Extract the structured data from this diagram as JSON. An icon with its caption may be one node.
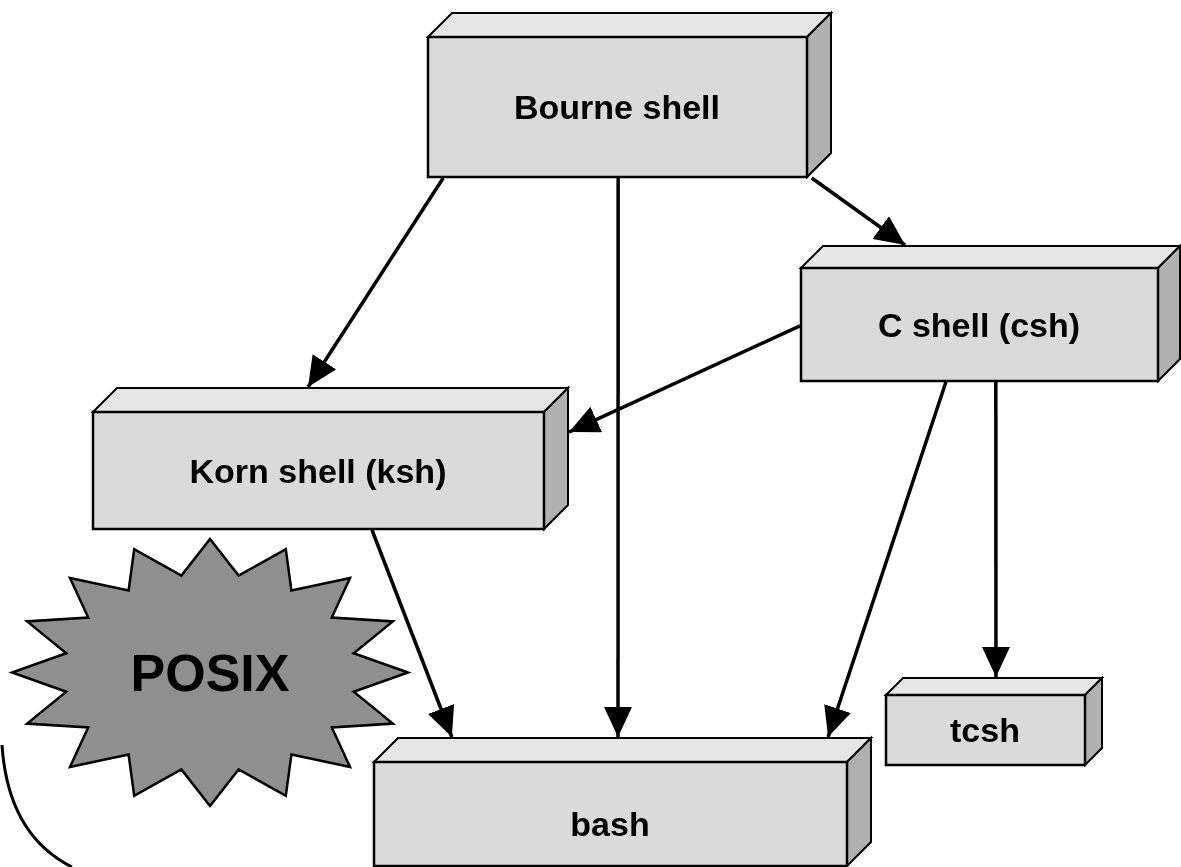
{
  "diagram": {
    "nodes": [
      {
        "text": [
          "Bourne shell"
        ]
      },
      {
        "text": [
          "C shell (csh)"
        ]
      },
      {
        "text": [
          "Korn shell (ksh)"
        ]
      },
      {
        "text": [
          "POSIX"
        ]
      },
      {
        "text": [
          "tcsh"
        ]
      },
      {
        "text": [
          "bash"
        ]
      }
    ],
    "edges": [
      {
        "from": 0,
        "to": 2,
        "arrow": "to"
      },
      {
        "from": 0,
        "to": 5,
        "arrow": "to"
      },
      {
        "from": 0,
        "to": 1,
        "arrow": "to"
      },
      {
        "from": 1,
        "to": 2,
        "arrow": "to"
      },
      {
        "from": 1,
        "to": 5,
        "arrow": "to"
      },
      {
        "from": 1,
        "to": 4,
        "arrow": "to"
      },
      {
        "from": 2,
        "to": 5,
        "arrow": "to"
      }
    ]
  }
}
